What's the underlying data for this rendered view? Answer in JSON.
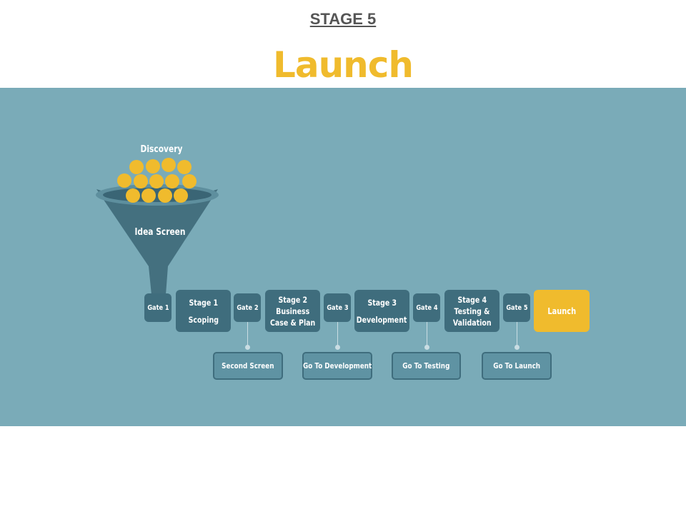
{
  "header": {
    "stage_label": "STAGE 5",
    "title": "Launch"
  },
  "colors": {
    "band": "#7aabb8",
    "box": "#3f6d7d",
    "accent": "#f0bb2d",
    "funnel": "#44707f",
    "text_muted": "#555555"
  },
  "funnel": {
    "top_label": "Discovery",
    "body_label": "Idea Screen",
    "icon": "funnel-icon"
  },
  "gates": [
    "Gate 1",
    "Gate 2",
    "Gate 3",
    "Gate 4",
    "Gate 5"
  ],
  "stages": [
    {
      "line1": "Stage 1",
      "line2": "Scoping"
    },
    {
      "line1": "Stage 2",
      "line2": "Business",
      "line3": "Case & Plan"
    },
    {
      "line1": "Stage 3",
      "line2": "Development"
    },
    {
      "line1": "Stage 4",
      "line2": "Testing &",
      "line3": "Validation"
    }
  ],
  "launch": "Launch",
  "sub_steps": [
    "Second Screen",
    "Go To Development",
    "Go To Testing",
    "Go To Launch"
  ]
}
